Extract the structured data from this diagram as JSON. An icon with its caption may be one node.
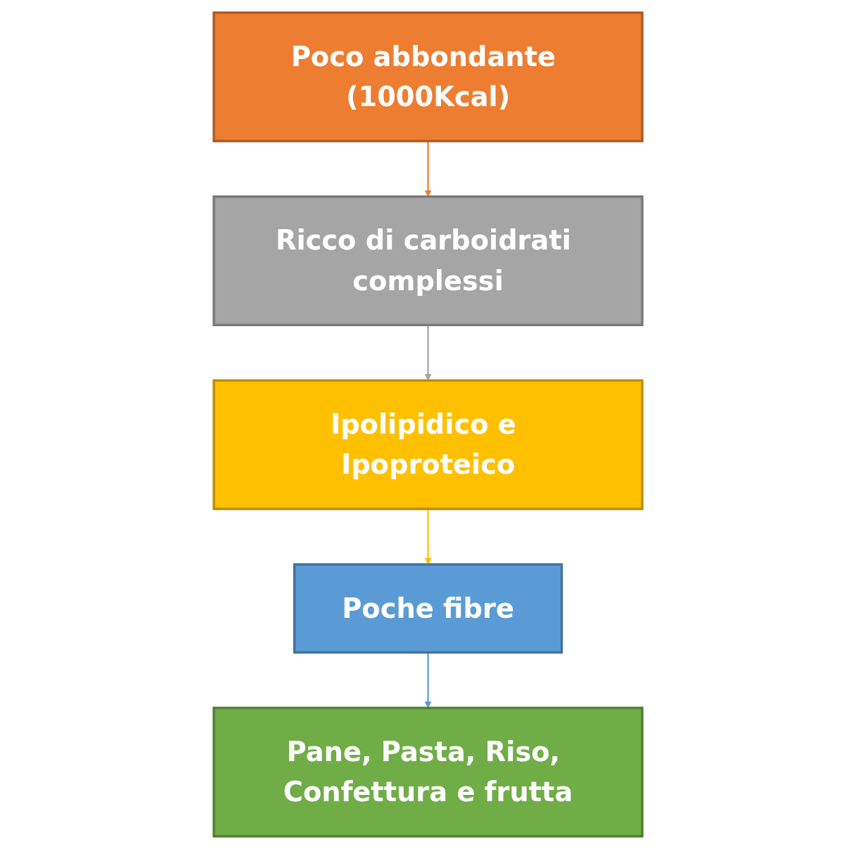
{
  "diagram": {
    "nodes": [
      {
        "text": [
          "Poco abbondante (1000Kcal)"
        ]
      },
      {
        "text": [
          "Ricco di carboidrati complessi"
        ]
      },
      {
        "text": [
          "Ipolipidico e Ipoproteico"
        ]
      },
      {
        "text": [
          "Poche fibre"
        ]
      },
      {
        "text": [
          "Pane, Pasta, Riso, Confettura e frutta"
        ]
      }
    ],
    "edges": [
      {
        "from": 0,
        "to": 1,
        "arrow": "to",
        "color": "#ed7d31"
      },
      {
        "from": 1,
        "to": 2,
        "arrow": "to",
        "color": "#a5a5a5"
      },
      {
        "from": 2,
        "to": 3,
        "arrow": "to",
        "color": "#ffc000"
      },
      {
        "from": 3,
        "to": 4,
        "arrow": "to",
        "color": "#5b9bd5"
      }
    ]
  }
}
